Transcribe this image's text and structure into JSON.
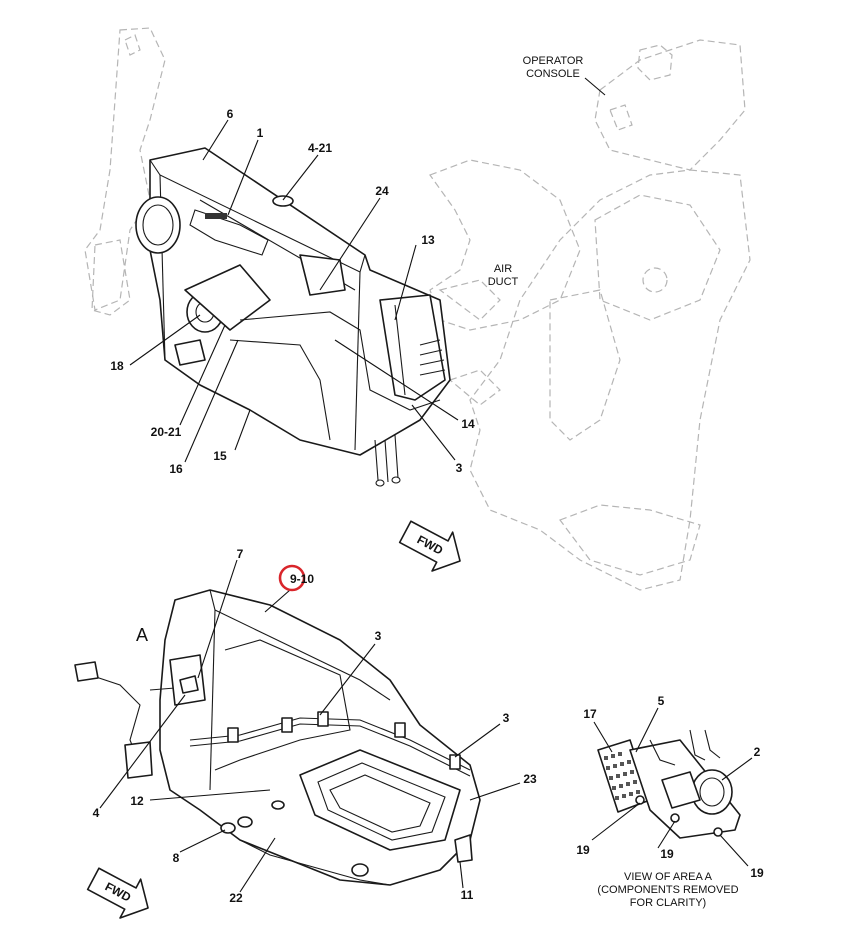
{
  "callouts": {
    "top": {
      "c6": "6",
      "c1": "1",
      "c4_21": "4-21",
      "c24": "24",
      "c13": "13",
      "c18": "18",
      "c20_21": "20-21",
      "c16": "16",
      "c15": "15",
      "c14": "14",
      "c3": "3"
    },
    "bottom": {
      "c7": "7",
      "c9_10": "9-10",
      "c3a": "3",
      "c3b": "3",
      "c4": "4",
      "c12": "12",
      "c8": "8",
      "c22": "22",
      "c11": "11",
      "c23": "23"
    },
    "area_a": {
      "c17": "17",
      "c5": "5",
      "c2": "2",
      "c19a": "19",
      "c19b": "19",
      "c19c": "19"
    }
  },
  "notes": {
    "operator_console": [
      "OPERATOR",
      "CONSOLE"
    ],
    "air_duct": [
      "AIR",
      "DUCT"
    ],
    "view_letter": "A",
    "view_caption": [
      "VIEW OF AREA A",
      "(COMPONENTS REMOVED",
      "FOR CLARITY)"
    ]
  },
  "fwd_arrows": {
    "top": "FWD",
    "bottom": "FWD"
  },
  "colors": {
    "highlight_circle": "#d9252b",
    "ink": "#1a1a1a",
    "phantom": "#b5b5b5"
  }
}
